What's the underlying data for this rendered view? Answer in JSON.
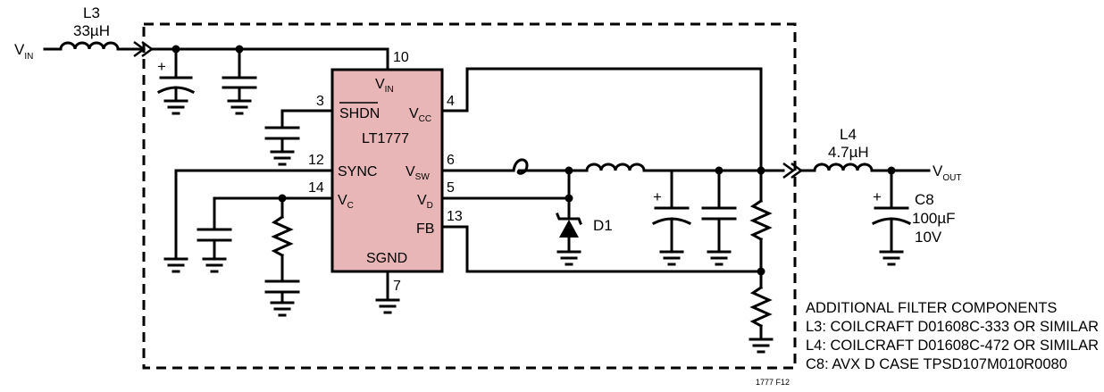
{
  "ic": {
    "name": "LT1777",
    "pins": {
      "vin": {
        "number": "10",
        "base": "V",
        "sub": "IN"
      },
      "shdn": {
        "number": "3",
        "label": "SHDN"
      },
      "vcc": {
        "number": "4",
        "base": "V",
        "sub": "CC"
      },
      "sync": {
        "number": "12",
        "label": "SYNC"
      },
      "vsw": {
        "number": "6",
        "base": "V",
        "sub": "SW"
      },
      "vc": {
        "number": "14",
        "base": "V",
        "sub": "C"
      },
      "vd": {
        "number": "5",
        "base": "V",
        "sub": "D"
      },
      "fb": {
        "number": "13",
        "label": "FB"
      },
      "sgnd": {
        "number": "7",
        "label": "SGND"
      }
    }
  },
  "input": {
    "base": "V",
    "sub": "IN"
  },
  "output": {
    "base": "V",
    "sub": "OUT"
  },
  "l3": {
    "ref": "L3",
    "value": "33µH"
  },
  "l4": {
    "ref": "L4",
    "value": "4.7µH"
  },
  "d1": {
    "ref": "D1"
  },
  "c8": {
    "ref": "C8",
    "value": "100µF",
    "voltage": "10V"
  },
  "notes": [
    "ADDITIONAL FILTER COMPONENTS",
    "L3: COILCRAFT D01608C-333 OR SIMILAR",
    "L4: COILCRAFT D01608C-472 OR SIMILAR",
    "C8: AVX D CASE TPSD107M010R0080"
  ],
  "figure_id": "1777 F12"
}
